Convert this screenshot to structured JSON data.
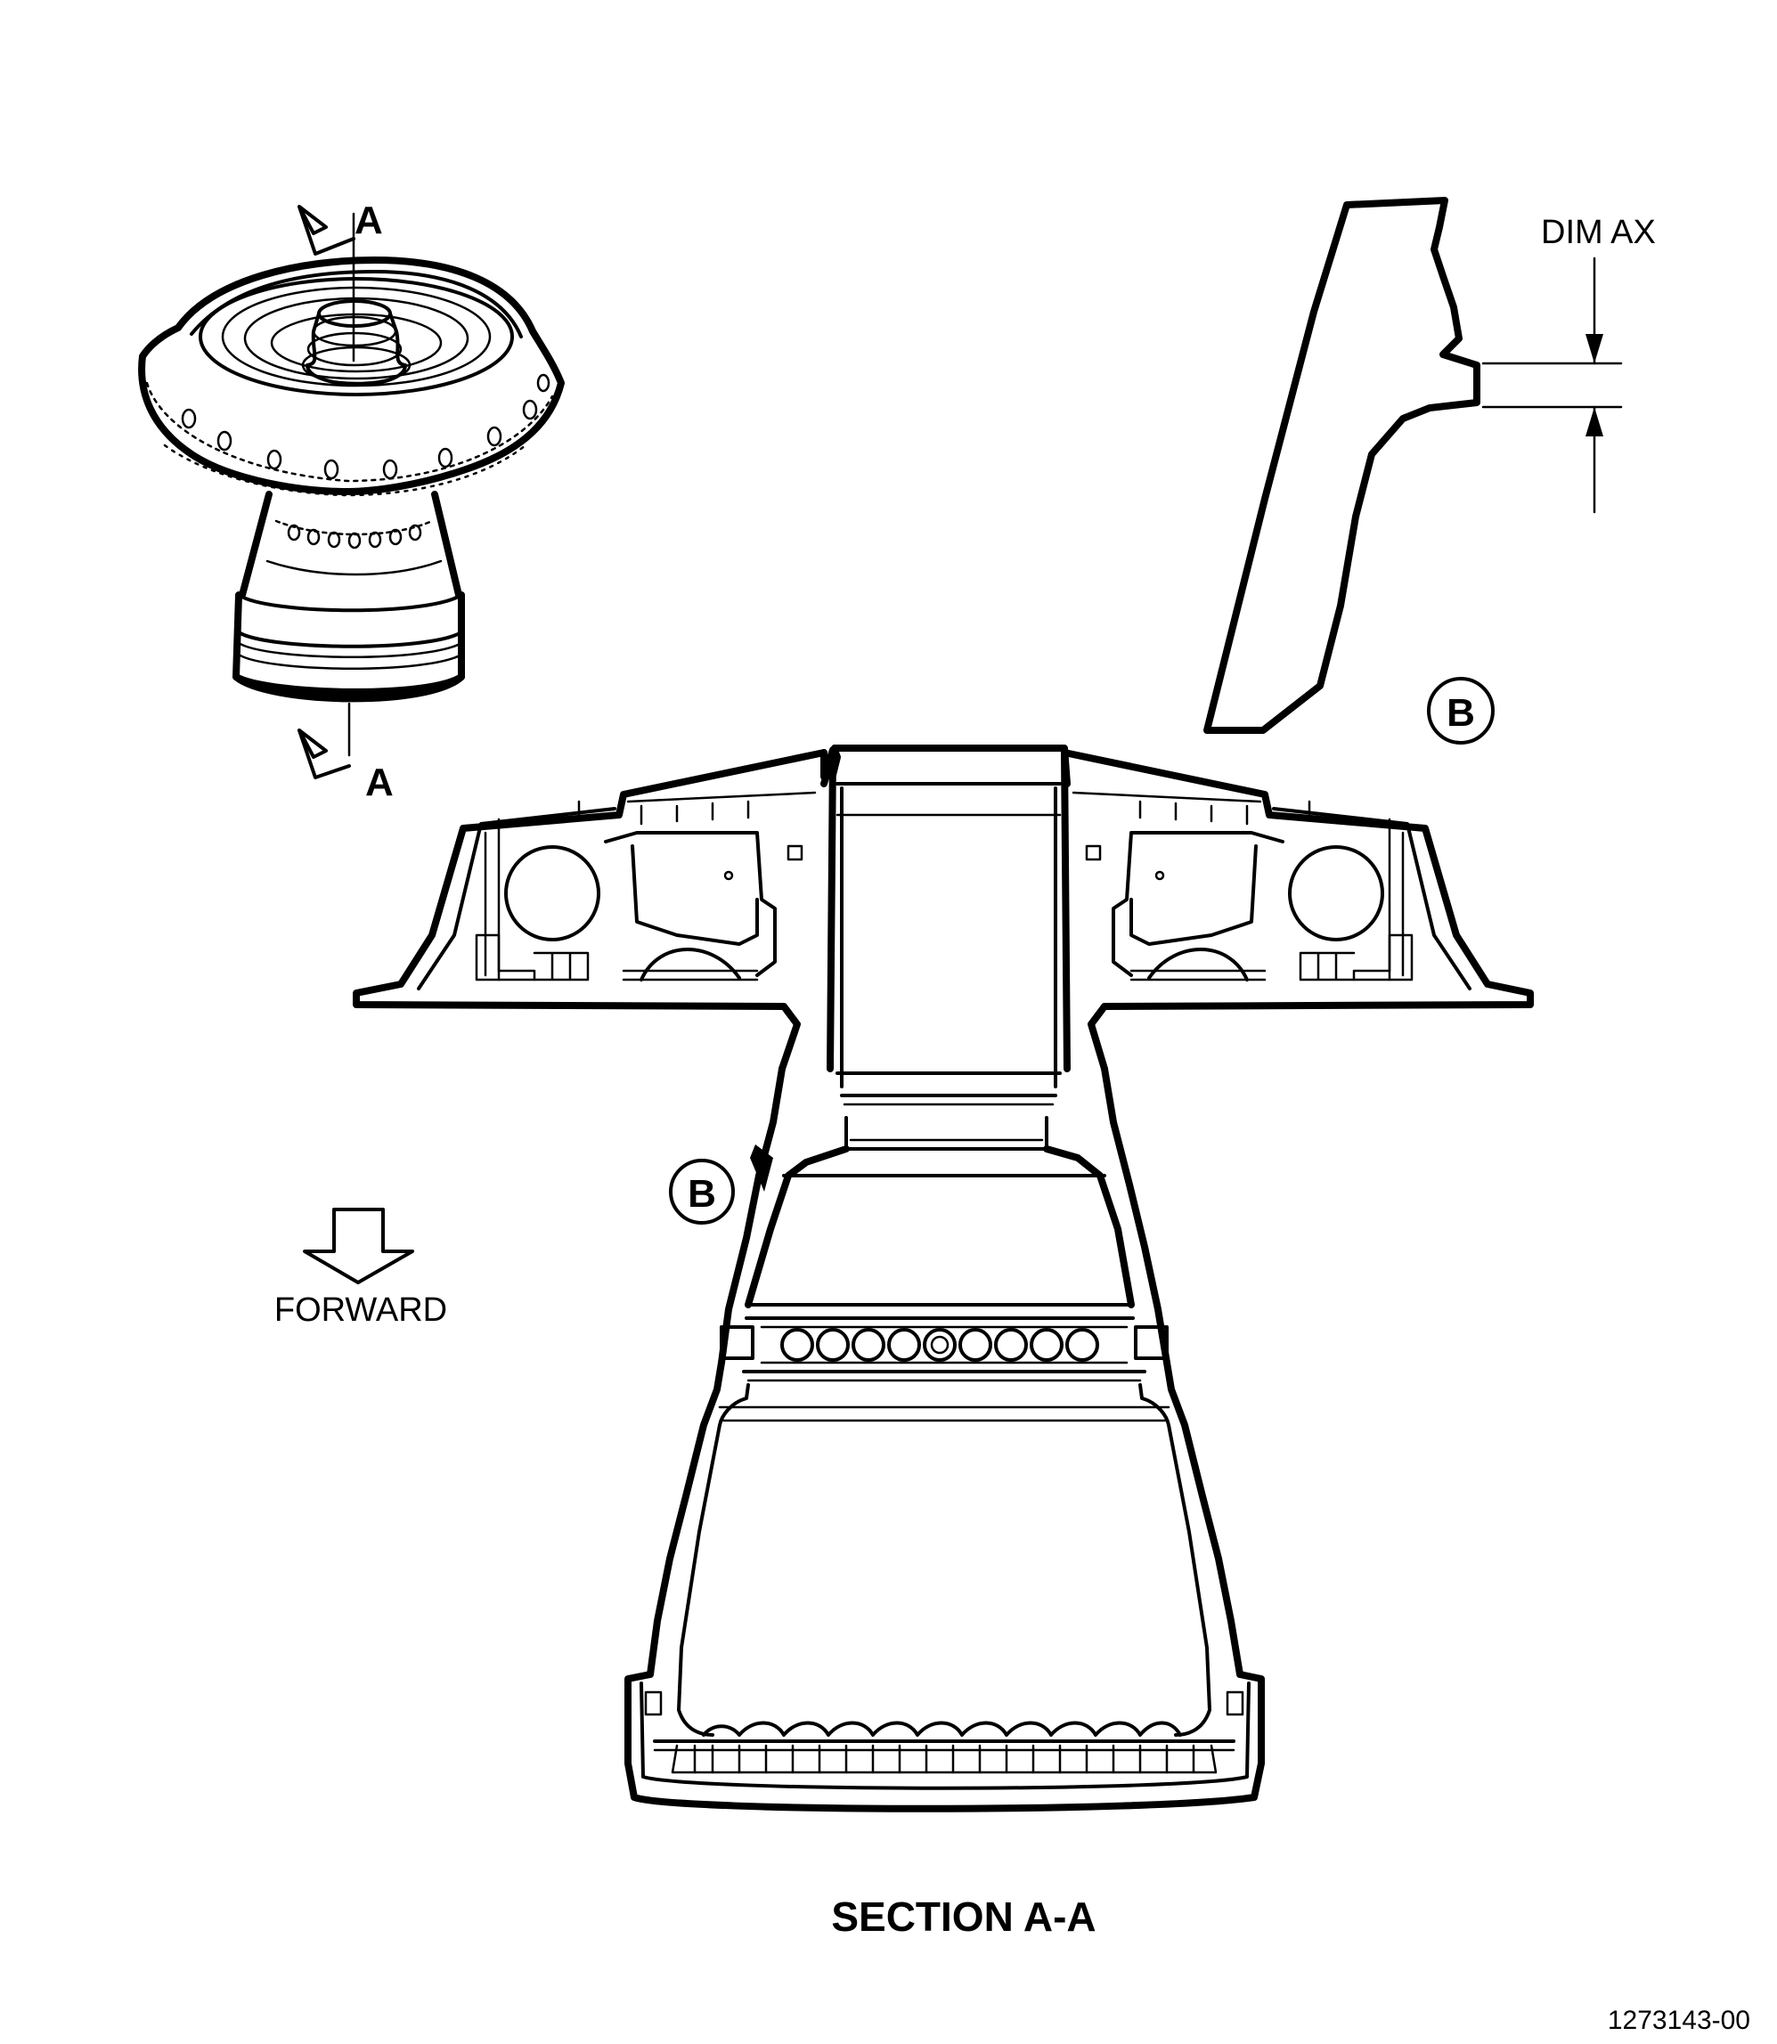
{
  "labels": {
    "section_marker_top": "A",
    "section_marker_bottom": "A",
    "dim_label": "DIM AX",
    "detail_callout_detail": "B",
    "detail_callout_section": "B",
    "direction_label": "FORWARD",
    "section_title": "SECTION A-A",
    "figure_number": "1273143-00"
  },
  "colors": {
    "line": "#000000",
    "background": "#ffffff"
  },
  "icons": {
    "forward_arrow": "down-arrow-outline-icon",
    "section_cut_arrow": "triangle-arrow-icon"
  }
}
